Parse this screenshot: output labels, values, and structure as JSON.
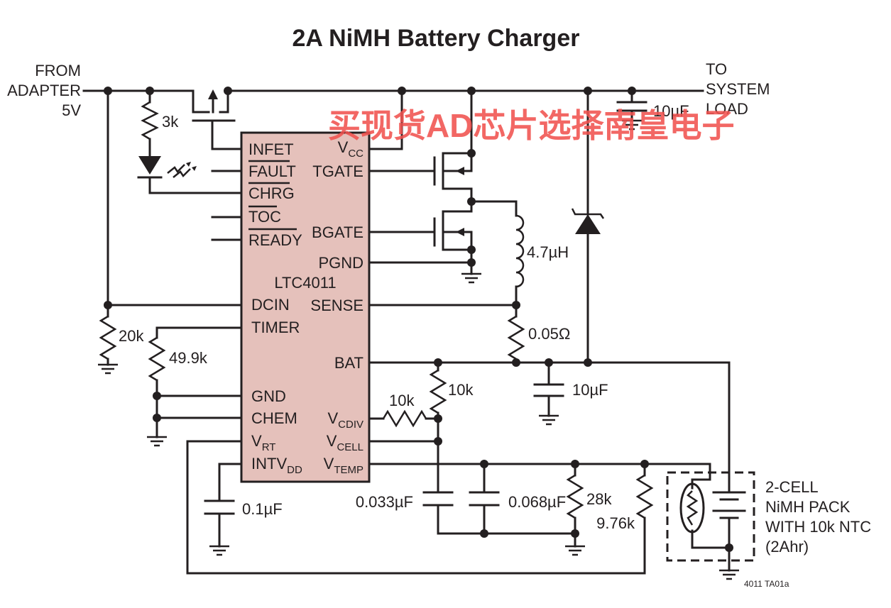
{
  "title": "2A NiMH Battery Charger",
  "watermark": "买现货AD芯片选择南皇电子",
  "ic": {
    "name": "LTC4011",
    "pins_left": [
      "INFET",
      "FAULT",
      "CHRG",
      "TOC",
      "READY",
      "DCIN",
      "TIMER",
      "GND",
      "CHEM",
      "RT",
      "INTVDD"
    ],
    "pins_right": [
      "CC",
      "TGATE",
      "BGATE",
      "PGND",
      "SENSE",
      "BAT",
      "CDIV",
      "CELL",
      "TEMP"
    ],
    "vcc": {
      "main": "V",
      "sub": "CC"
    },
    "vrt": {
      "main": "V",
      "sub": "RT"
    },
    "intvdd": {
      "main": "INTV",
      "sub": "DD"
    },
    "vcdiv": {
      "main": "V",
      "sub": "CDIV"
    },
    "vcell": {
      "main": "V",
      "sub": "CELL"
    },
    "vtemp": {
      "main": "V",
      "sub": "TEMP"
    }
  },
  "labels": {
    "from_line1": "FROM",
    "from_line2": "ADAPTER",
    "from_line3": "5V",
    "to_line1": "TO",
    "to_line2": "SYSTEM",
    "to_line3": "LOAD",
    "pack_line1": "2-CELL",
    "pack_line2": "NiMH PACK",
    "pack_line3": "WITH 10k NTC",
    "pack_line4": "(2Ahr)",
    "figure_ref": "4011 TA01a"
  },
  "components": {
    "r_led": "3k",
    "r_dcin": "20k",
    "r_timer": "49.9k",
    "l1": "4.7µH",
    "r_sense": "0.05Ω",
    "c_load": "10µF",
    "c_bat": "10µF",
    "r_bat_top": "10k",
    "r_vcdiv": "10k",
    "c_intvdd": "0.1µF",
    "c_vcell": "0.033µF",
    "c_vtemp": "0.068µF",
    "r_28k": "28k",
    "r_976k": "9.76k"
  }
}
